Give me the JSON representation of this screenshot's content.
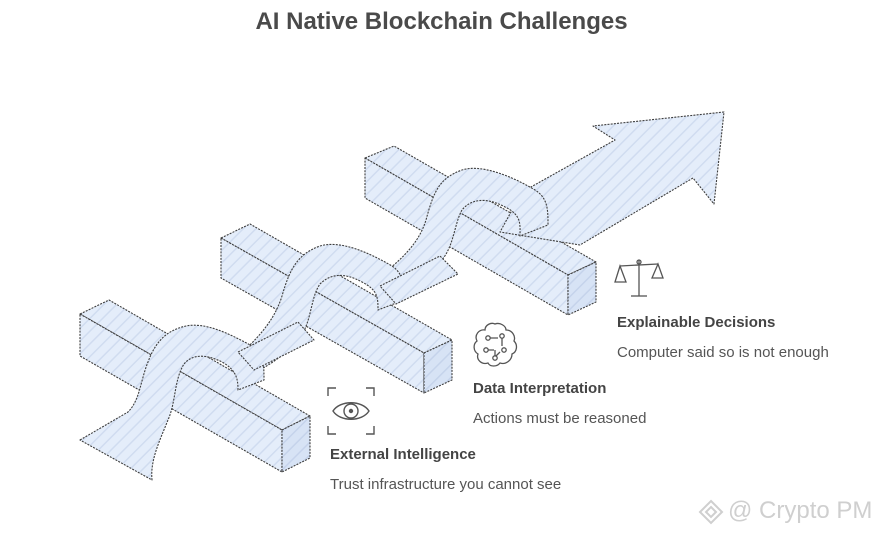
{
  "title": "AI Native Blockchain Challenges",
  "steps": [
    {
      "title": "External Intelligence",
      "description": "Trust infrastructure you cannot see",
      "icon": "eye-icon"
    },
    {
      "title": "Data Interpretation",
      "description": "Actions must be reasoned",
      "icon": "brain-icon"
    },
    {
      "title": "Explainable Decisions",
      "description": "Computer said so is not enough",
      "icon": "scales-icon"
    }
  ],
  "watermark": "@ Crypto PM",
  "colors": {
    "fill": "#e6eefa",
    "stroke": "#444444",
    "text": "#444444"
  }
}
